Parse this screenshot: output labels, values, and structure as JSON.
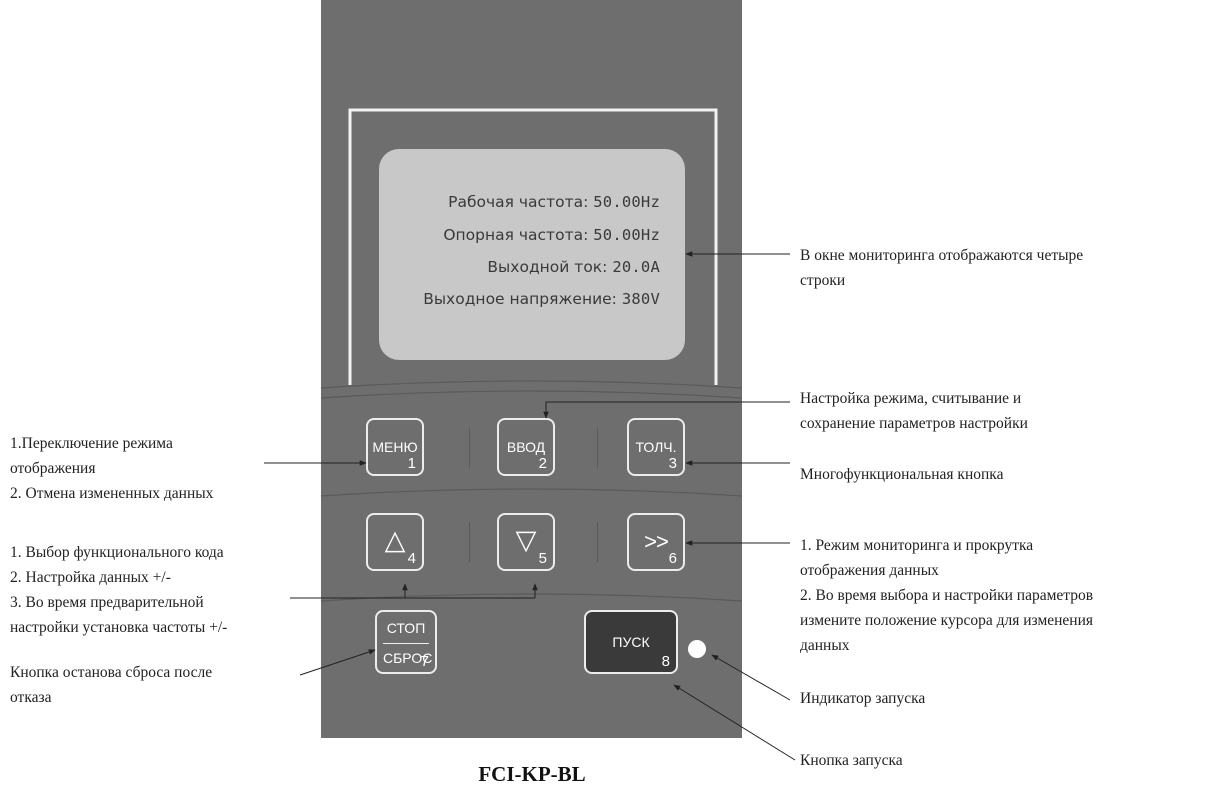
{
  "display": {
    "rows": [
      {
        "label": "Рабочая частота:",
        "value": "50.00Hz"
      },
      {
        "label": "Опорная частота:",
        "value": "50.00Hz"
      },
      {
        "label": "Выходной ток:",
        "value": "20.0A"
      },
      {
        "label": "Выходное напряжение:",
        "value": "380V"
      }
    ]
  },
  "keys": {
    "menu": {
      "name": "МЕНЮ",
      "num": "1"
    },
    "enter": {
      "name": "ВВОД",
      "num": "2"
    },
    "jog": {
      "name": "ТОЛЧ.",
      "num": "3"
    },
    "up": {
      "glyph": "△",
      "num": "4"
    },
    "down": {
      "glyph": "▽",
      "num": "5"
    },
    "shift": {
      "glyph": ">>",
      "num": "6"
    },
    "stop": {
      "top": "СТОП",
      "bottom": "СБРОС",
      "num": "7"
    },
    "run": {
      "name": "ПУСК",
      "num": "8"
    }
  },
  "annotations": {
    "monitor_1": "В окне мониторинга отображаются четыре",
    "monitor_2": "строки",
    "enter_1": "Настройка режима, считывание и",
    "enter_2": "сохранение параметров настройки",
    "jog": "Многофункциональная кнопка",
    "shift_1": "1. Режим мониторинга и прокрутка",
    "shift_2": "отображения данных",
    "shift_3": "2. Во время выбора и настройки параметров",
    "shift_4": "измените положение курсора для изменения",
    "shift_5": "данных",
    "run_led": "Индикатор запуска",
    "run_key": "Кнопка запуска",
    "menu_1": "1.Переключение режима",
    "menu_2": "отображения",
    "menu_3": "2. Отмена измененных данных",
    "updown_1": "1. Выбор функционального кода",
    "updown_2": "2. Настройка данных +/-",
    "updown_3": "3. Во время предварительной",
    "updown_4": "настройки установка частоты +/-",
    "stop_1": "Кнопка останова сброса после",
    "stop_2": "отказа"
  },
  "model": "FCI-KP-BL",
  "colors": {
    "panel": "#6e6e6e",
    "lcd": "#c8c8c8",
    "key_border": "#ececec",
    "run_key": "#3a3a3a",
    "text": "#222222"
  }
}
